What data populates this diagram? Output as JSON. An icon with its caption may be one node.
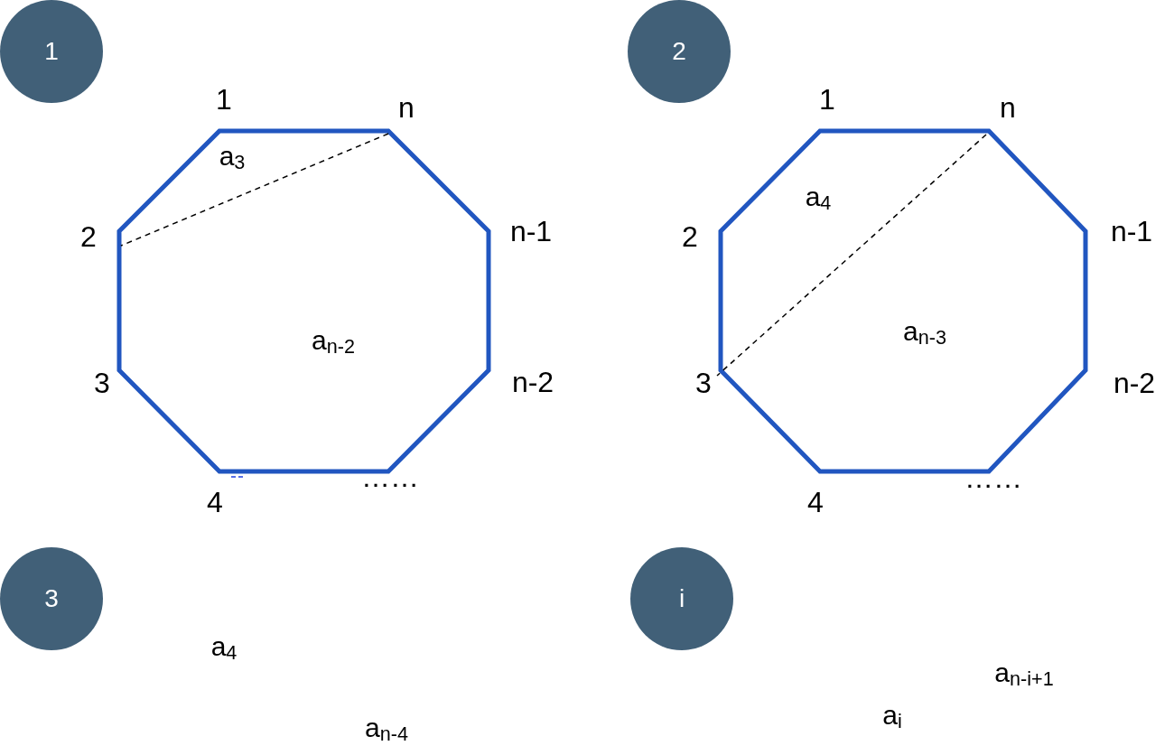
{
  "diagram": {
    "nodes": [
      {
        "text": [
          "1"
        ]
      },
      {
        "text": [
          "a$_{3}$",
          "a$_{n-2}$"
        ],
        "beside": [
          "1",
          "n",
          "2",
          "n-1",
          "3",
          "n-2",
          "4",
          "……"
        ]
      },
      {
        "text": [
          "2"
        ]
      },
      {
        "text": [
          "a$_{4}$",
          "a$_{n-3}$"
        ],
        "beside": [
          "1",
          "n",
          "2",
          "n-1",
          "3",
          "n-2",
          "4",
          "……"
        ]
      },
      {
        "text": [
          "3"
        ]
      },
      {
        "text": [
          "i"
        ]
      }
    ],
    "labels": [
      "a$_{4}$",
      "a$_{n-4}$",
      "a$_{n-i+1}$",
      "a$_{i}$"
    ]
  }
}
